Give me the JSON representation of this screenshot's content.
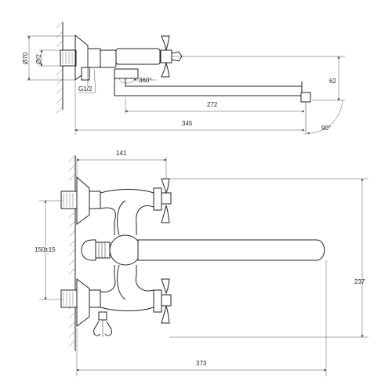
{
  "top_view": {
    "dia_nut": "Ø70",
    "dia_pipe": "Ø/2",
    "thread": "G1/2",
    "rotation": "360°",
    "spout_length": "272",
    "overall_length": "345",
    "height_offset": "62",
    "tilt_angle": "90°"
  },
  "front_view": {
    "handle_offset": "141",
    "center_distance": "150±15",
    "total_height": "237",
    "total_width": "373"
  }
}
